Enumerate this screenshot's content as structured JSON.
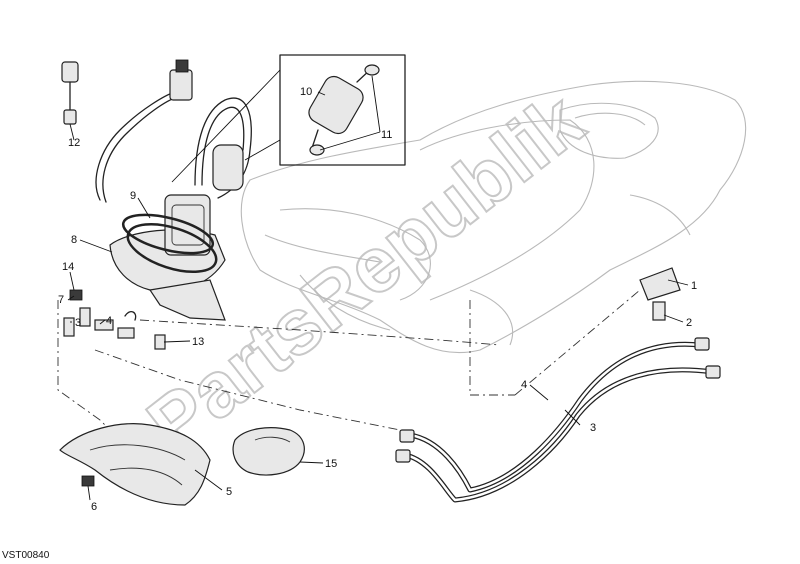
{
  "drawing_code": "VST00840",
  "watermark": "PartsRepublik",
  "callouts": [
    {
      "id": "c1",
      "text": "1"
    },
    {
      "id": "c2",
      "text": "2"
    },
    {
      "id": "c3a",
      "text": "3"
    },
    {
      "id": "c3b",
      "text": "3"
    },
    {
      "id": "c4a",
      "text": "4"
    },
    {
      "id": "c4b",
      "text": "4"
    },
    {
      "id": "c5",
      "text": "5"
    },
    {
      "id": "c6",
      "text": "6"
    },
    {
      "id": "c7",
      "text": "7"
    },
    {
      "id": "c8",
      "text": "8"
    },
    {
      "id": "c9",
      "text": "9"
    },
    {
      "id": "c10",
      "text": "10"
    },
    {
      "id": "c11",
      "text": "11"
    },
    {
      "id": "c12",
      "text": "12"
    },
    {
      "id": "c13",
      "text": "13"
    },
    {
      "id": "c14",
      "text": "14"
    },
    {
      "id": "c15",
      "text": "15"
    }
  ]
}
